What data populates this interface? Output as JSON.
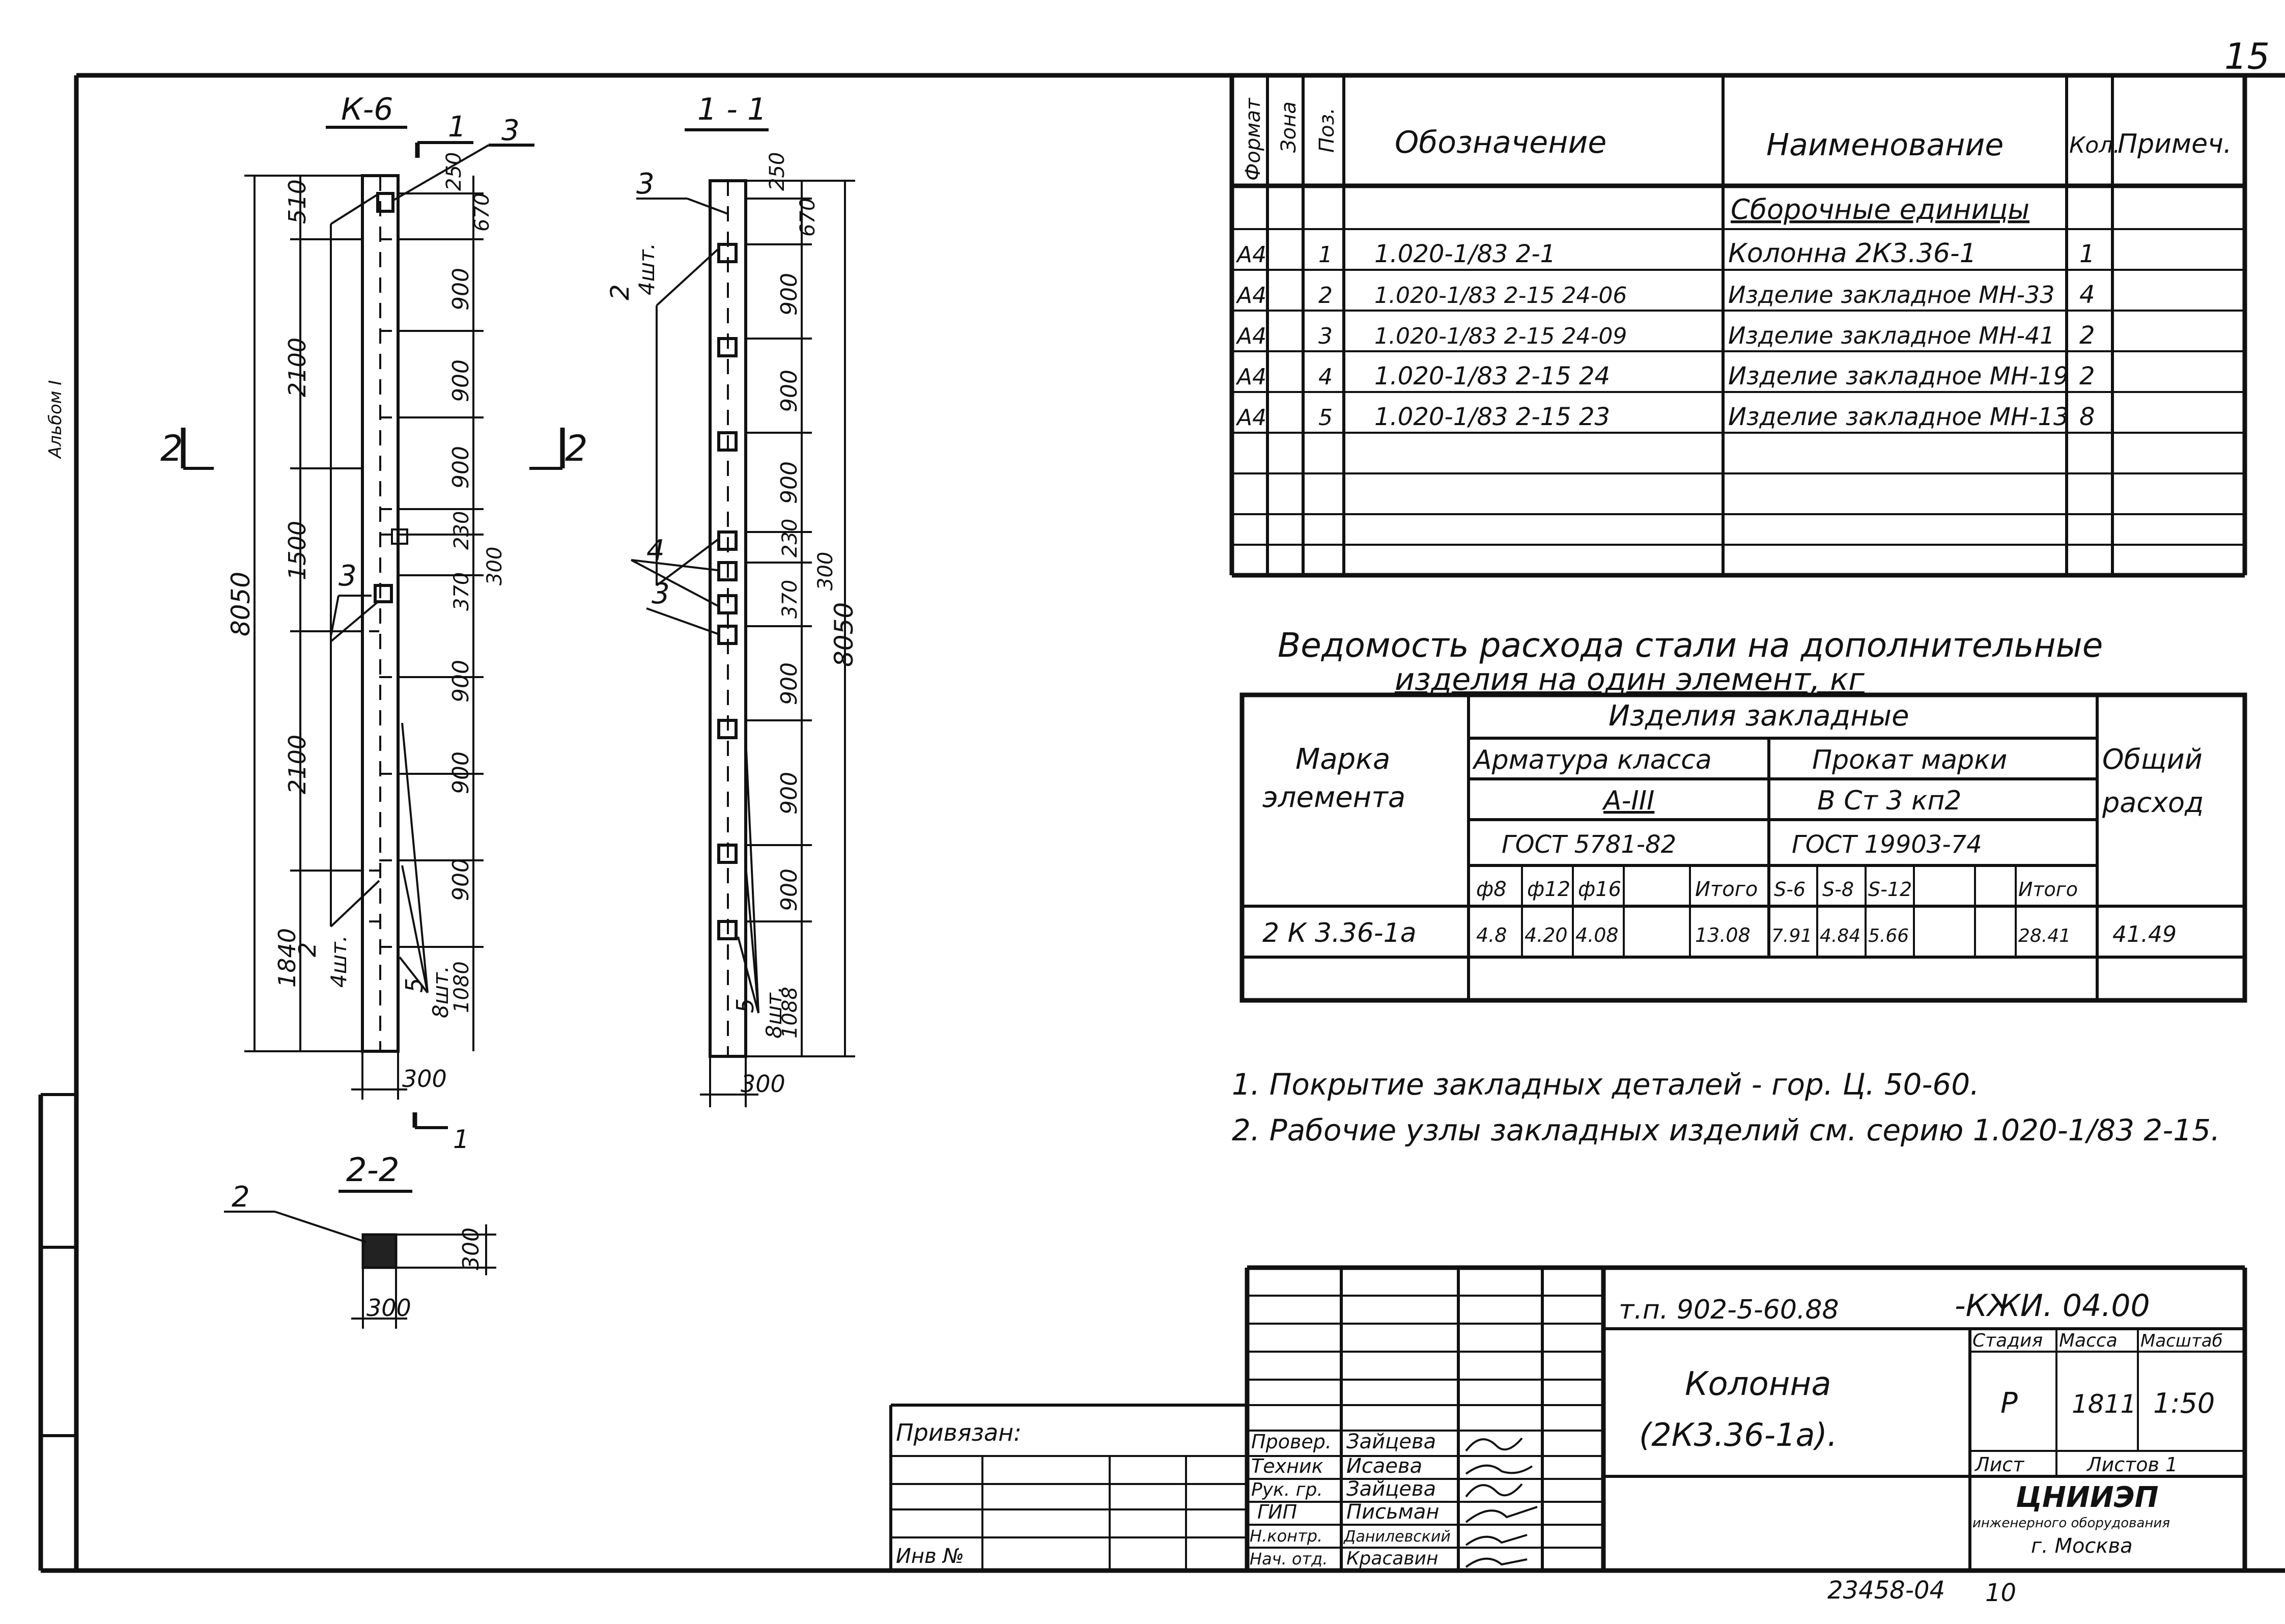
{
  "sheet_number": "15",
  "side_label": "Альбом I",
  "views": {
    "k6": {
      "title": "К-6",
      "section_mark_num": "1",
      "callout_3": "3",
      "dims_left": [
        "510",
        "2100",
        "1500",
        "2100",
        "1840"
      ],
      "total_height": "8050",
      "dims_right": [
        "250",
        "670",
        "900",
        "900",
        "900",
        "230",
        "370",
        "900",
        "900",
        "900",
        "1080"
      ],
      "dim_300_v": "300",
      "width": "300",
      "callout_2": "2",
      "callout_2_qty": "4шт.",
      "callout_5": "5",
      "callout_5_qty": "8шт.",
      "section_2_left": "2",
      "section_2_right": "2",
      "section_bottom_num": "1"
    },
    "s11": {
      "title": "1 - 1",
      "callout_3": "3",
      "callout_2": "2",
      "callout_2_qty": "4шт.",
      "callout_4": "4",
      "callout_3b": "3",
      "callout_5": "5",
      "callout_5_qty": "8шт.",
      "dims_right": [
        "250",
        "670",
        "900",
        "900",
        "900",
        "230",
        "370",
        "900",
        "900",
        "900",
        "1088"
      ],
      "dim_300_v": "300",
      "total_height": "8050",
      "width": "300"
    },
    "s22": {
      "title": "2-2",
      "callout_2": "2",
      "height": "300",
      "width": "300"
    }
  },
  "spec": {
    "headers": [
      "Формат",
      "Зона",
      "Поз.",
      "Обозначение",
      "Наименование",
      "Кол.",
      "Примеч."
    ],
    "section_title": "Сборочные единицы",
    "rows": [
      {
        "format": "А4",
        "zone": "",
        "pos": "1",
        "designation": "1.020-1/83  2-1",
        "name": "Колонна   2К3.36-1",
        "qty": "1",
        "note": ""
      },
      {
        "format": "А4",
        "zone": "",
        "pos": "2",
        "designation": "1.020-1/83  2-15  24-06",
        "name": "Изделие закладное  МН-33",
        "qty": "4",
        "note": ""
      },
      {
        "format": "А4",
        "zone": "",
        "pos": "3",
        "designation": "1.020-1/83  2-15  24-09",
        "name": "Изделие закладное  МН-41",
        "qty": "2",
        "note": ""
      },
      {
        "format": "А4",
        "zone": "",
        "pos": "4",
        "designation": "1.020-1/83  2-15  24",
        "name": "Изделие закладное МН-19",
        "qty": "2",
        "note": ""
      },
      {
        "format": "А4",
        "zone": "",
        "pos": "5",
        "designation": "1.020-1/83  2-15  23",
        "name": "Изделие закладное МН-13",
        "qty": "8",
        "note": ""
      }
    ]
  },
  "steel": {
    "title_line1": "Ведомость расхода стали на дополнительные",
    "title_line2": "изделия на один элемент, кг",
    "h_mark": "Марка",
    "h_element": "элемента",
    "h_items": "Изделия  закладные",
    "h_rebar": "Арматура  класса",
    "h_rebar_class": "А-III",
    "h_rebar_gost": "ГОСТ 5781-82",
    "h_rolled": "Прокат  марки",
    "h_rolled_grade": "В Ст 3 кп2",
    "h_rolled_gost": "ГОСТ 19903-74",
    "h_total": "Общий",
    "h_total2": "расход",
    "sub_rebar": [
      "ф8",
      "ф12",
      "ф16",
      "",
      "Итого"
    ],
    "sub_rolled": [
      "S-6",
      "S-8",
      "S-12",
      "",
      "",
      "Итого"
    ],
    "row": {
      "mark": "2 К 3.36-1а",
      "rebar": [
        "4.8",
        "4.20",
        "4.08",
        "",
        "13.08"
      ],
      "rolled": [
        "7.91",
        "4.84",
        "5.66",
        "",
        "",
        "28.41"
      ],
      "total": "41.49"
    }
  },
  "notes": [
    "1. Покрытие закладных деталей - гор. Ц. 50-60.",
    "2. Рабочие узлы закладных изделий см. серию 1.020-1/83 2-15."
  ],
  "title_block": {
    "privyazan": "Привязан:",
    "inv": "Инв №",
    "project": "т.п. 902-5-60.88",
    "code": "-КЖИ. 04.00",
    "name1": "Колонна",
    "name2": "(2К3.36-1а).",
    "stage_h": "Стадия",
    "mass_h": "Масса",
    "scale_h": "Масштаб",
    "stage": "Р",
    "mass": "1811",
    "scale": "1:50",
    "sheet_h": "Лист",
    "sheets_h": "Листов 1",
    "org1": "ЦНИИЭП",
    "org2": "инженерного оборудования",
    "org3": "г. Москва",
    "roles": [
      "Провер.",
      "Техник",
      "Рук. гр.",
      "ГИП",
      "Н.контр.",
      "Нач. отд."
    ],
    "names": [
      "Зайцева",
      "Исаева",
      "Зайцева",
      "Письман",
      "Данилевский",
      "Красавин"
    ],
    "bottom_num": "23458-04",
    "bottom_page": "10"
  }
}
